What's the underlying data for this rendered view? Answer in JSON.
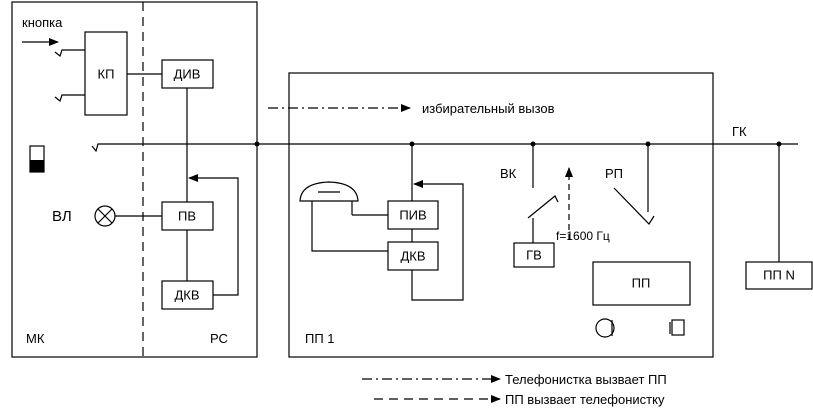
{
  "labels": {
    "button": "кнопка",
    "mk": "МК",
    "rs": "РС",
    "vl": "ВЛ",
    "gk": "ГК",
    "vk": "ВК",
    "rp": "РП",
    "pp1": "ПП 1",
    "freq": "f=1600 Гц",
    "selective_call": "избирательный вызов"
  },
  "blocks": {
    "kp": "КП",
    "div": "ДИВ",
    "pv": "ПВ",
    "dkv_left": "ДКВ",
    "piv": "ПИВ",
    "dkv_right": "ДКВ",
    "gv": "ГВ",
    "pp": "ПП",
    "ppn": "ПП N"
  },
  "legend": {
    "dashdot": "Телефонистка вызвает ПП",
    "dashed": "ПП вызвает телефонистку"
  }
}
